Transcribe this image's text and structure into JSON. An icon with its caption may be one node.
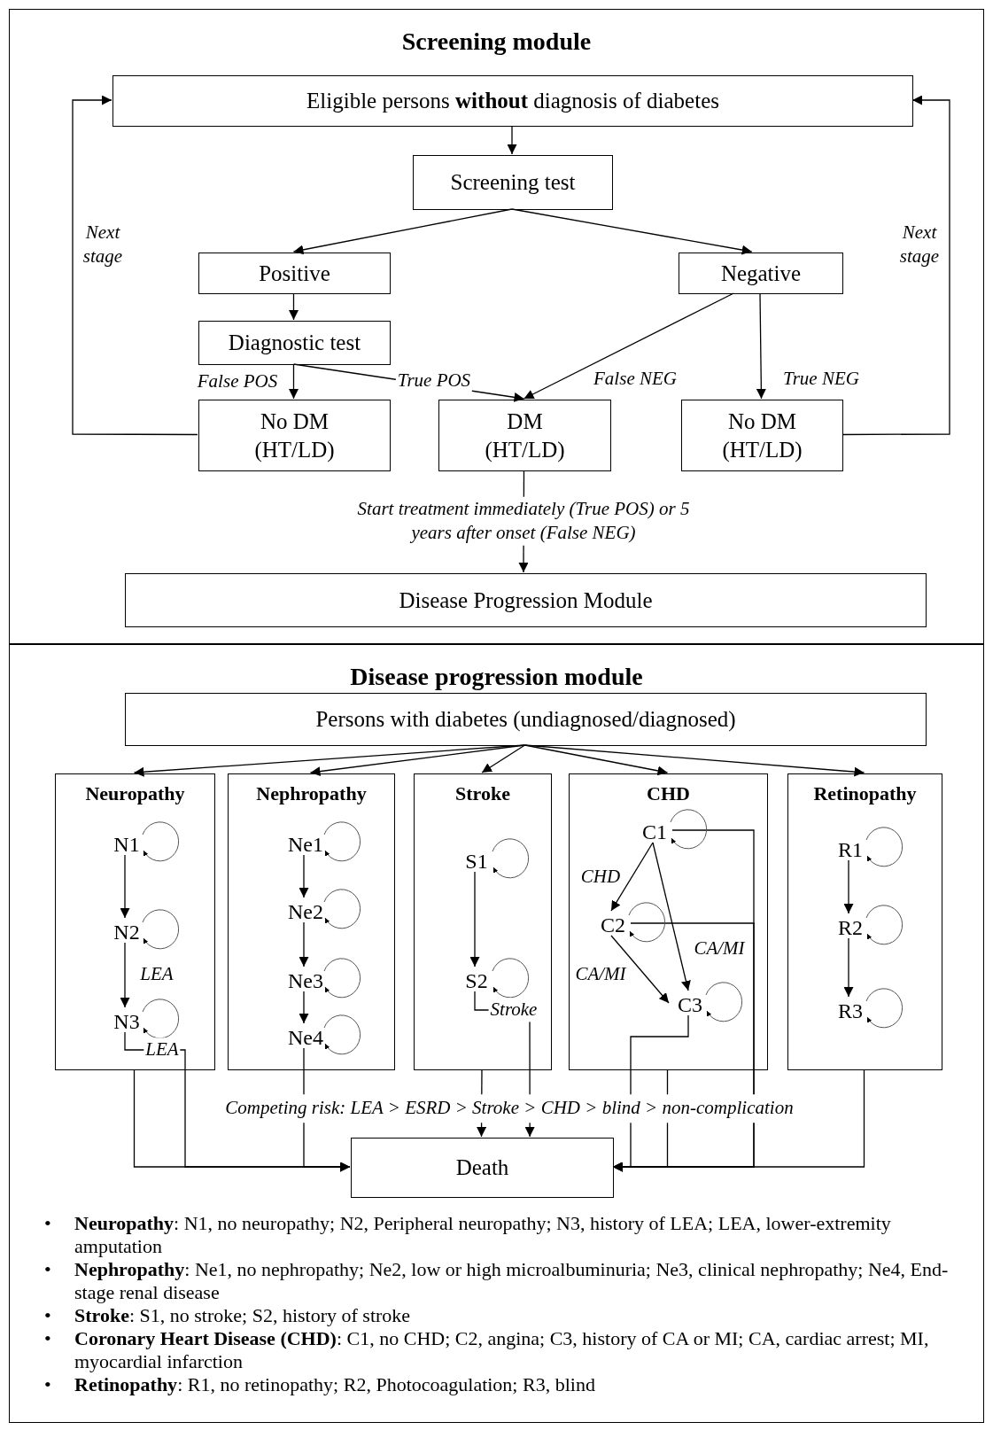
{
  "diagram": {
    "nodes": [
      {
        "text": [
          "Screening module"
        ]
      },
      {
        "text": [
          "Eligible persons **without** diagnosis of diabetes"
        ],
        "in": 0
      },
      {
        "text": [
          "Screening test"
        ],
        "in": 0
      },
      {
        "text": [
          "Positive"
        ],
        "in": 0
      },
      {
        "text": [
          "Negative"
        ],
        "in": 0
      },
      {
        "text": [
          "Diagnostic test"
        ],
        "in": 0
      },
      {
        "text": [
          "No DM (HT/LD)"
        ],
        "in": 0
      },
      {
        "text": [
          "DM (HT/LD)"
        ],
        "in": 0
      },
      {
        "text": [
          "No DM (HT/LD)"
        ],
        "in": 0
      },
      {
        "text": [
          "Disease Progression Module"
        ],
        "in": 0
      },
      {
        "text": [
          "Disease progression module"
        ]
      },
      {
        "text": [
          "Persons with diabetes (undiagnosed/diagnosed)"
        ],
        "in": 10
      },
      {
        "text": [
          "Neuropathy"
        ],
        "in": 10
      },
      {
        "text": [
          "N1"
        ],
        "in": 12
      },
      {
        "text": [
          "N2"
        ],
        "in": 12
      },
      {
        "text": [
          "N3"
        ],
        "in": 12
      },
      {
        "text": [
          "Nephropathy"
        ],
        "in": 10
      },
      {
        "text": [
          "Ne1"
        ],
        "in": 16
      },
      {
        "text": [
          "Ne2"
        ],
        "in": 16
      },
      {
        "text": [
          "Ne3"
        ],
        "in": 16
      },
      {
        "text": [
          "Ne4"
        ],
        "in": 16
      },
      {
        "text": [
          "Stroke"
        ],
        "in": 10
      },
      {
        "text": [
          "S1"
        ],
        "in": 21
      },
      {
        "text": [
          "S2"
        ],
        "in": 21
      },
      {
        "text": [
          "CHD"
        ],
        "in": 10
      },
      {
        "text": [
          "C1"
        ],
        "in": 24
      },
      {
        "text": [
          "C2"
        ],
        "in": 24
      },
      {
        "text": [
          "C3"
        ],
        "in": 24
      },
      {
        "text": [
          "Retinopathy"
        ],
        "in": 10
      },
      {
        "text": [
          "R1"
        ],
        "in": 28
      },
      {
        "text": [
          "R2"
        ],
        "in": 28
      },
      {
        "text": [
          "R3"
        ],
        "in": 28
      },
      {
        "text": [
          "Death"
        ],
        "in": 10
      }
    ],
    "edges": [
      {
        "from": 1,
        "to": 2,
        "arrow": "to"
      },
      {
        "from": 2,
        "to": 3,
        "arrow": "to"
      },
      {
        "from": 2,
        "to": 4,
        "arrow": "to"
      },
      {
        "from": 3,
        "to": 5,
        "arrow": "to"
      },
      {
        "from": 5,
        "to": 6,
        "arrow": "to",
        "label": "False POS"
      },
      {
        "from": 5,
        "to": 7,
        "arrow": "to",
        "label": "True POS"
      },
      {
        "from": 4,
        "to": 7,
        "arrow": "to",
        "label": "False NEG"
      },
      {
        "from": 4,
        "to": 8,
        "arrow": "to",
        "label": "True NEG"
      },
      {
        "from": 6,
        "to": 1,
        "arrow": "to",
        "label": "Next stage"
      },
      {
        "from": 8,
        "to": 1,
        "arrow": "to",
        "label": "Next stage"
      },
      {
        "from": 7,
        "to": 9,
        "arrow": "to",
        "label": "Start treatment immediately (True POS) or 5 years after onset (False NEG)"
      },
      {
        "from": 11,
        "to": 12,
        "arrow": "to"
      },
      {
        "from": 11,
        "to": 16,
        "arrow": "to"
      },
      {
        "from": 11,
        "to": 21,
        "arrow": "to"
      },
      {
        "from": 11,
        "to": 24,
        "arrow": "to"
      },
      {
        "from": 11,
        "to": 28,
        "arrow": "to"
      },
      {
        "from": 13,
        "to": 14,
        "arrow": "to"
      },
      {
        "from": 14,
        "to": 15,
        "arrow": "to",
        "label": "LEA"
      },
      {
        "from": 17,
        "to": 18,
        "arrow": "to"
      },
      {
        "from": 18,
        "to": 19,
        "arrow": "to"
      },
      {
        "from": 19,
        "to": 20,
        "arrow": "to"
      },
      {
        "from": 22,
        "to": 23,
        "arrow": "to"
      },
      {
        "from": 25,
        "to": 26,
        "arrow": "to",
        "label": "CHD"
      },
      {
        "from": 25,
        "to": 27,
        "arrow": "to",
        "label": "CA/MI"
      },
      {
        "from": 26,
        "to": 27,
        "arrow": "to",
        "label": "CA/MI"
      },
      {
        "from": 29,
        "to": 30,
        "arrow": "to"
      },
      {
        "from": 30,
        "to": 31,
        "arrow": "to"
      },
      {
        "from": 12,
        "to": 32,
        "arrow": "to"
      },
      {
        "from": 15,
        "to": 32,
        "arrow": "to",
        "label": "LEA"
      },
      {
        "from": 20,
        "to": 32,
        "arrow": "to"
      },
      {
        "from": 21,
        "to": 32,
        "arrow": "to"
      },
      {
        "from": 23,
        "to": 32,
        "arrow": "to",
        "label": "Stroke"
      },
      {
        "from": 24,
        "to": 32,
        "arrow": "to"
      },
      {
        "from": 25,
        "to": 32,
        "arrow": "to"
      },
      {
        "from": 26,
        "to": 32,
        "arrow": "to"
      },
      {
        "from": 27,
        "to": 32,
        "arrow": "to"
      },
      {
        "from": 28,
        "to": 32,
        "arrow": "to"
      },
      {
        "from": 13,
        "to": 13,
        "arrow": "to"
      },
      {
        "from": 14,
        "to": 14,
        "arrow": "to"
      },
      {
        "from": 15,
        "to": 15,
        "arrow": "to"
      },
      {
        "from": 17,
        "to": 17,
        "arrow": "to"
      },
      {
        "from": 18,
        "to": 18,
        "arrow": "to"
      },
      {
        "from": 19,
        "to": 19,
        "arrow": "to"
      },
      {
        "from": 20,
        "to": 20,
        "arrow": "to"
      },
      {
        "from": 22,
        "to": 22,
        "arrow": "to"
      },
      {
        "from": 23,
        "to": 23,
        "arrow": "to"
      },
      {
        "from": 25,
        "to": 25,
        "arrow": "to"
      },
      {
        "from": 26,
        "to": 26,
        "arrow": "to"
      },
      {
        "from": 27,
        "to": 27,
        "arrow": "to"
      },
      {
        "from": 29,
        "to": 29,
        "arrow": "to"
      },
      {
        "from": 30,
        "to": 30,
        "arrow": "to"
      },
      {
        "from": 31,
        "to": 31,
        "arrow": "to"
      }
    ],
    "labels": [
      "Competing risk: LEA > ESRD > Stroke > CHD > blind > non-complication",
      "•",
      "**Neuropathy**: N1, no neuropathy; N2, Peripheral neuropathy; N3, history of LEA; LEA, lower-extremity amputation",
      "•",
      "**Nephropathy**: Ne1, no nephropathy; Ne2, low or high microalbuminuria; Ne3, clinical nephropathy; Ne4, End-stage renal disease",
      "•",
      "**Stroke**: S1, no stroke; S2, history of stroke",
      "•",
      "**Coronary Heart Disease (CHD)**: C1, no CHD; C2, angina; C3, history of CA or MI; CA, cardiac arrest; MI, myocardial infarction",
      "•",
      "**Retinopathy**: R1, no retinopathy; R2, Photocoagulation; R3, blind"
    ]
  }
}
